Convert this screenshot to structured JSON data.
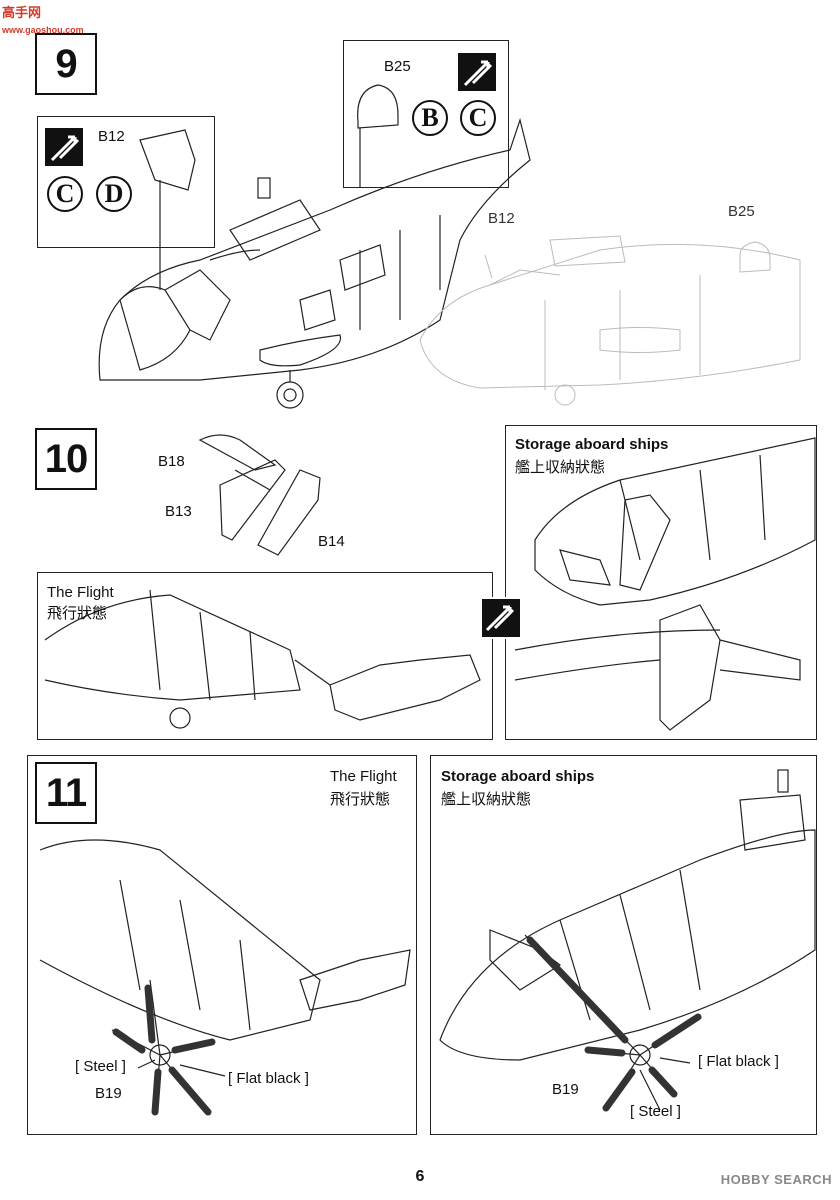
{
  "watermark": {
    "cn": "高手网",
    "url": "www.gaoshou.com"
  },
  "page_number": "6",
  "footer_brand": "HOBBY SEARCH",
  "steps": {
    "s9": {
      "number": "9",
      "parts": {
        "b12": "B12",
        "b25": "B25",
        "b12_ghost": "B12",
        "b25_ghost": "B25"
      },
      "options_left": [
        "C",
        "D"
      ],
      "options_right": [
        "B",
        "C"
      ]
    },
    "s10": {
      "number": "10",
      "parts": {
        "b18": "B18",
        "b13": "B13",
        "b14": "B14"
      },
      "storage_en": "Storage aboard ships",
      "storage_jp": "艦上収納狀態",
      "flight_en": "The Flight",
      "flight_jp": "飛行狀態"
    },
    "s11": {
      "number": "11",
      "flight_en": "The Flight",
      "flight_jp": "飛行狀態",
      "storage_en": "Storage aboard ships",
      "storage_jp": "艦上収納狀態",
      "left": {
        "steel": "[ Steel ]",
        "flat_black": "[ Flat black ]",
        "part": "B19"
      },
      "right": {
        "flat_black": "[ Flat black ]",
        "part": "B19",
        "steel": "[ Steel ]"
      }
    }
  }
}
